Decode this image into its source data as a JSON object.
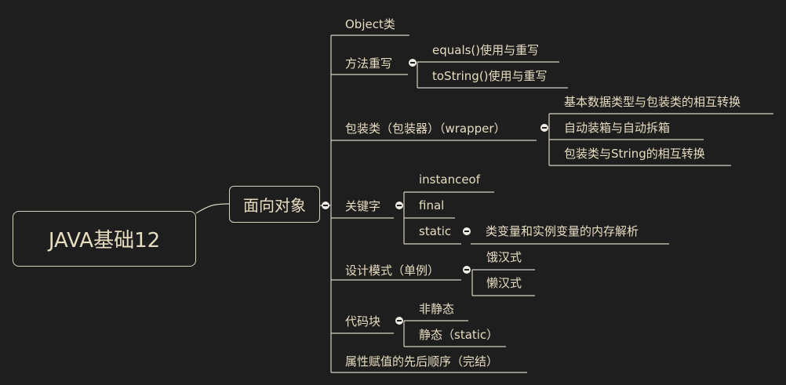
{
  "root": {
    "label": "JAVA基础12"
  },
  "main": {
    "label": "面向对象"
  },
  "branches": {
    "object": "Object类",
    "override": {
      "label": "方法重写",
      "children": [
        "equals()使用与重写",
        "toString()使用与重写"
      ]
    },
    "wrapper": {
      "label": "包装类（包装器）（wrapper）",
      "children": [
        "基本数据类型与包装类的相互转换",
        "自动装箱与自动拆箱",
        "包装类与String的相互转换"
      ]
    },
    "keywords": {
      "label": "关键字",
      "children": [
        "instanceof",
        "final",
        "static"
      ],
      "static_child": "类变量和实例变量的内存解析"
    },
    "singleton": {
      "label": "设计模式（单例）",
      "children": [
        "饿汉式",
        "懒汉式"
      ]
    },
    "codeblock": {
      "label": "代码块",
      "children": [
        "非静态",
        "静态（static）"
      ]
    },
    "attr": "属性赋值的先后顺序（完结）"
  },
  "colors": {
    "background": "#1e1e1e",
    "line": "#d6d0c0",
    "text": "#e6dcc0"
  }
}
